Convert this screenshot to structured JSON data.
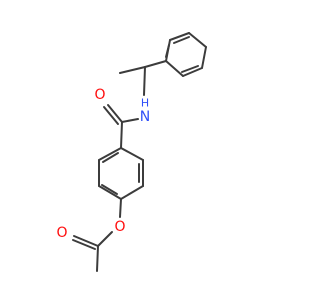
{
  "molecule": {
    "atom_labels": {
      "amide_oxygen": "O",
      "amide_nitrogen": "N",
      "amide_hydrogen": "H",
      "ester_oxygen": "O",
      "carbonyl_oxygen": "O"
    },
    "colors": {
      "bond": "#3c3c3c",
      "oxygen": "#ff0d0d",
      "nitrogen": "#3050f8"
    }
  }
}
